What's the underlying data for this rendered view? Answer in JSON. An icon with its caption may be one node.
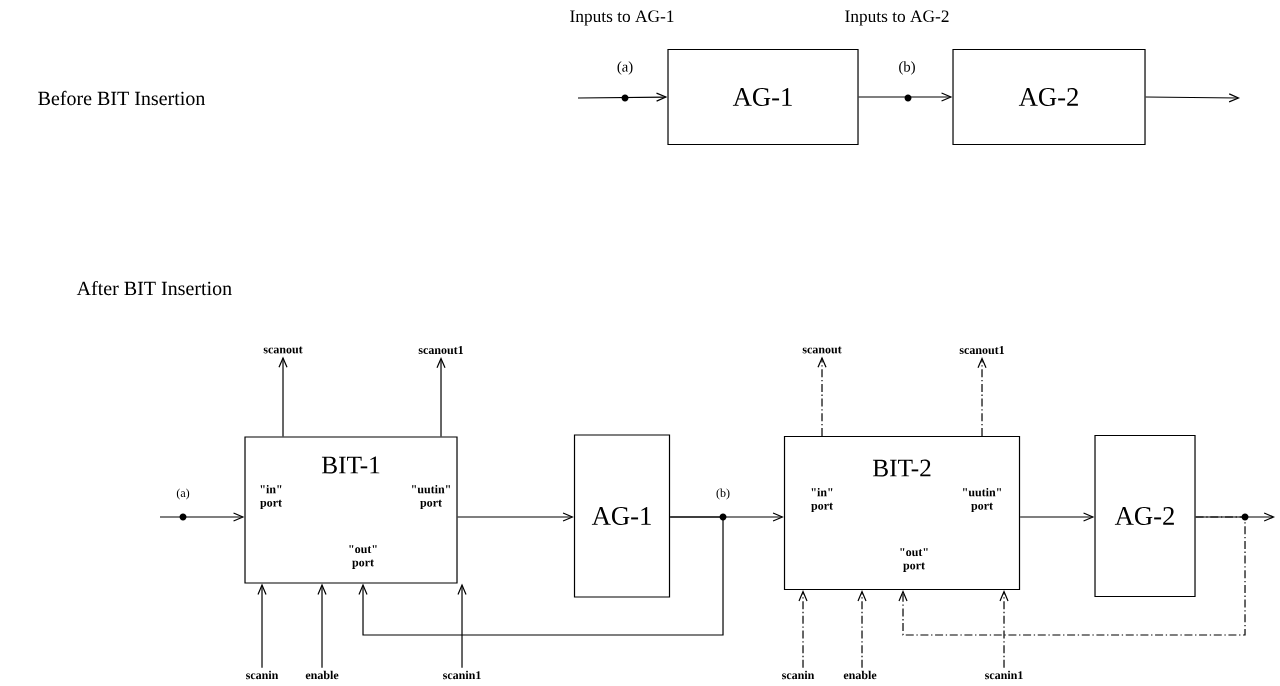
{
  "diagram": {
    "nodes": [
      {
        "text": [
          "AG-1"
        ]
      },
      {
        "text": [
          "AG-2"
        ]
      },
      {
        "text": [
          "BIT-1",
          "\"in\" port",
          "\"uutin\" port",
          "\"out\" port"
        ]
      },
      {
        "text": [
          "AG-1"
        ]
      },
      {
        "text": [
          "BIT-2",
          "\"in\" port",
          "\"uutin\" port",
          "\"out\" port"
        ]
      },
      {
        "text": [
          "AG-2"
        ]
      },
      {
        "text": [
          "scanout"
        ]
      },
      {
        "text": [
          "scanout1"
        ]
      },
      {
        "text": [
          "scanin"
        ]
      },
      {
        "text": [
          "enable"
        ]
      },
      {
        "text": [
          "scanin1"
        ]
      },
      {
        "text": [
          "scanout"
        ]
      },
      {
        "text": [
          "scanout1"
        ]
      },
      {
        "text": [
          "scanin"
        ]
      },
      {
        "text": [
          "enable"
        ]
      },
      {
        "text": [
          "scanin1"
        ]
      }
    ],
    "edges": [
      {
        "from": null,
        "to": 0,
        "arrow": "to"
      },
      {
        "from": 0,
        "to": 1,
        "arrow": "to"
      },
      {
        "from": 1,
        "to": null,
        "arrow": "to"
      },
      {
        "from": null,
        "to": 2,
        "arrow": "to"
      },
      {
        "from": 2,
        "to": 3,
        "arrow": "to"
      },
      {
        "from": 3,
        "to": 4,
        "arrow": "to"
      },
      {
        "from": 3,
        "to": 2,
        "arrow": "to"
      },
      {
        "from": 2,
        "to": 6,
        "arrow": "to"
      },
      {
        "from": 2,
        "to": 7,
        "arrow": "to"
      },
      {
        "from": 8,
        "to": 2,
        "arrow": "to"
      },
      {
        "from": 9,
        "to": 2,
        "arrow": "to"
      },
      {
        "from": 10,
        "to": 2,
        "arrow": "to"
      },
      {
        "from": 4,
        "to": 5,
        "arrow": "to"
      },
      {
        "from": 5,
        "to": null,
        "arrow": "to"
      },
      {
        "from": 5,
        "to": 4,
        "arrow": "to",
        "style": "dashed"
      },
      {
        "from": 4,
        "to": 11,
        "arrow": "to",
        "style": "dashed"
      },
      {
        "from": 4,
        "to": 12,
        "arrow": "to",
        "style": "dashed"
      },
      {
        "from": 13,
        "to": 4,
        "arrow": "to",
        "style": "dashed"
      },
      {
        "from": 14,
        "to": 4,
        "arrow": "to",
        "style": "dashed"
      },
      {
        "from": 15,
        "to": 4,
        "arrow": "to",
        "style": "dashed"
      }
    ],
    "labels": [
      "Inputs to AG-1",
      "Inputs to AG-2",
      "Before BIT Insertion",
      "(a)",
      "(b)",
      "After BIT Insertion",
      "(a)",
      "(b)"
    ]
  }
}
